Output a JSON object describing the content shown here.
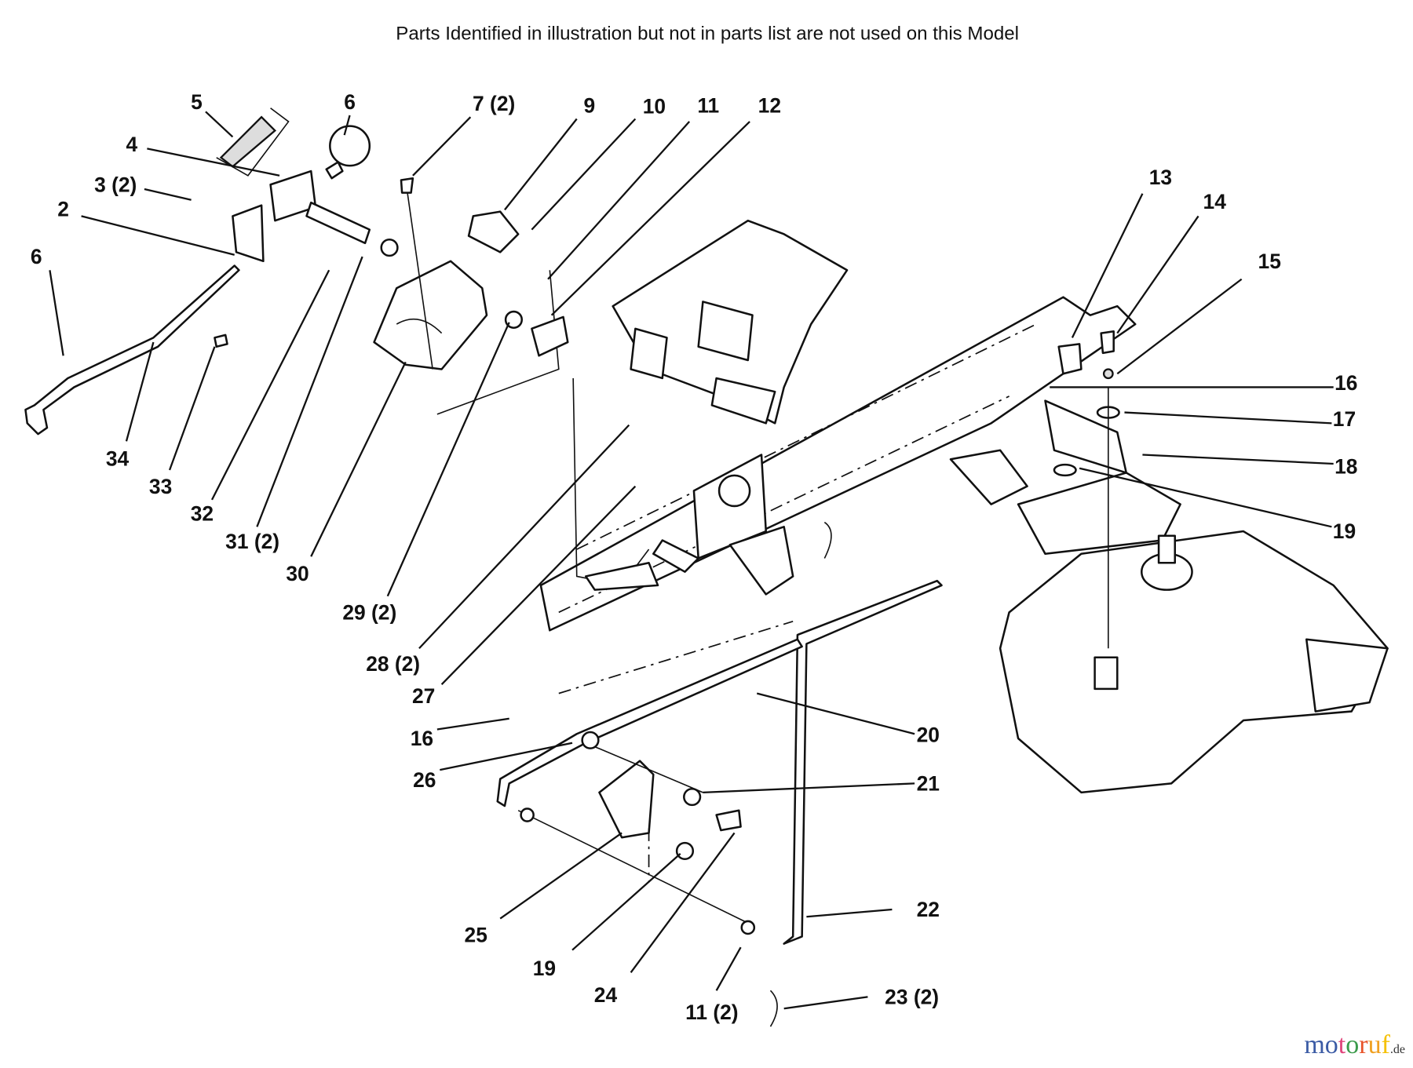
{
  "header": {
    "note": "Parts Identified  in illustration but not in parts list are not used on this Model"
  },
  "callouts": [
    "5",
    "6",
    "4",
    "3 (2)",
    "2",
    "6",
    "7 (2)",
    "9",
    "10",
    "11",
    "12",
    "13",
    "14",
    "15",
    "16",
    "17",
    "18",
    "19",
    "20",
    "21",
    "22",
    "23 (2)",
    "11 (2)",
    "24",
    "19",
    "25",
    "26",
    "16",
    "27",
    "28 (2)",
    "29 (2)",
    "30",
    "31 (2)",
    "32",
    "33",
    "34"
  ],
  "watermark": {
    "letters": [
      "m",
      "o",
      "t",
      "o",
      "r",
      "u",
      "f"
    ],
    "suffix": ".de",
    "colors": [
      "#3b5ba5",
      "#3b5ba5",
      "#e0457b",
      "#3a9a4a",
      "#e8542a",
      "#f0a020",
      "#f5c000"
    ]
  }
}
